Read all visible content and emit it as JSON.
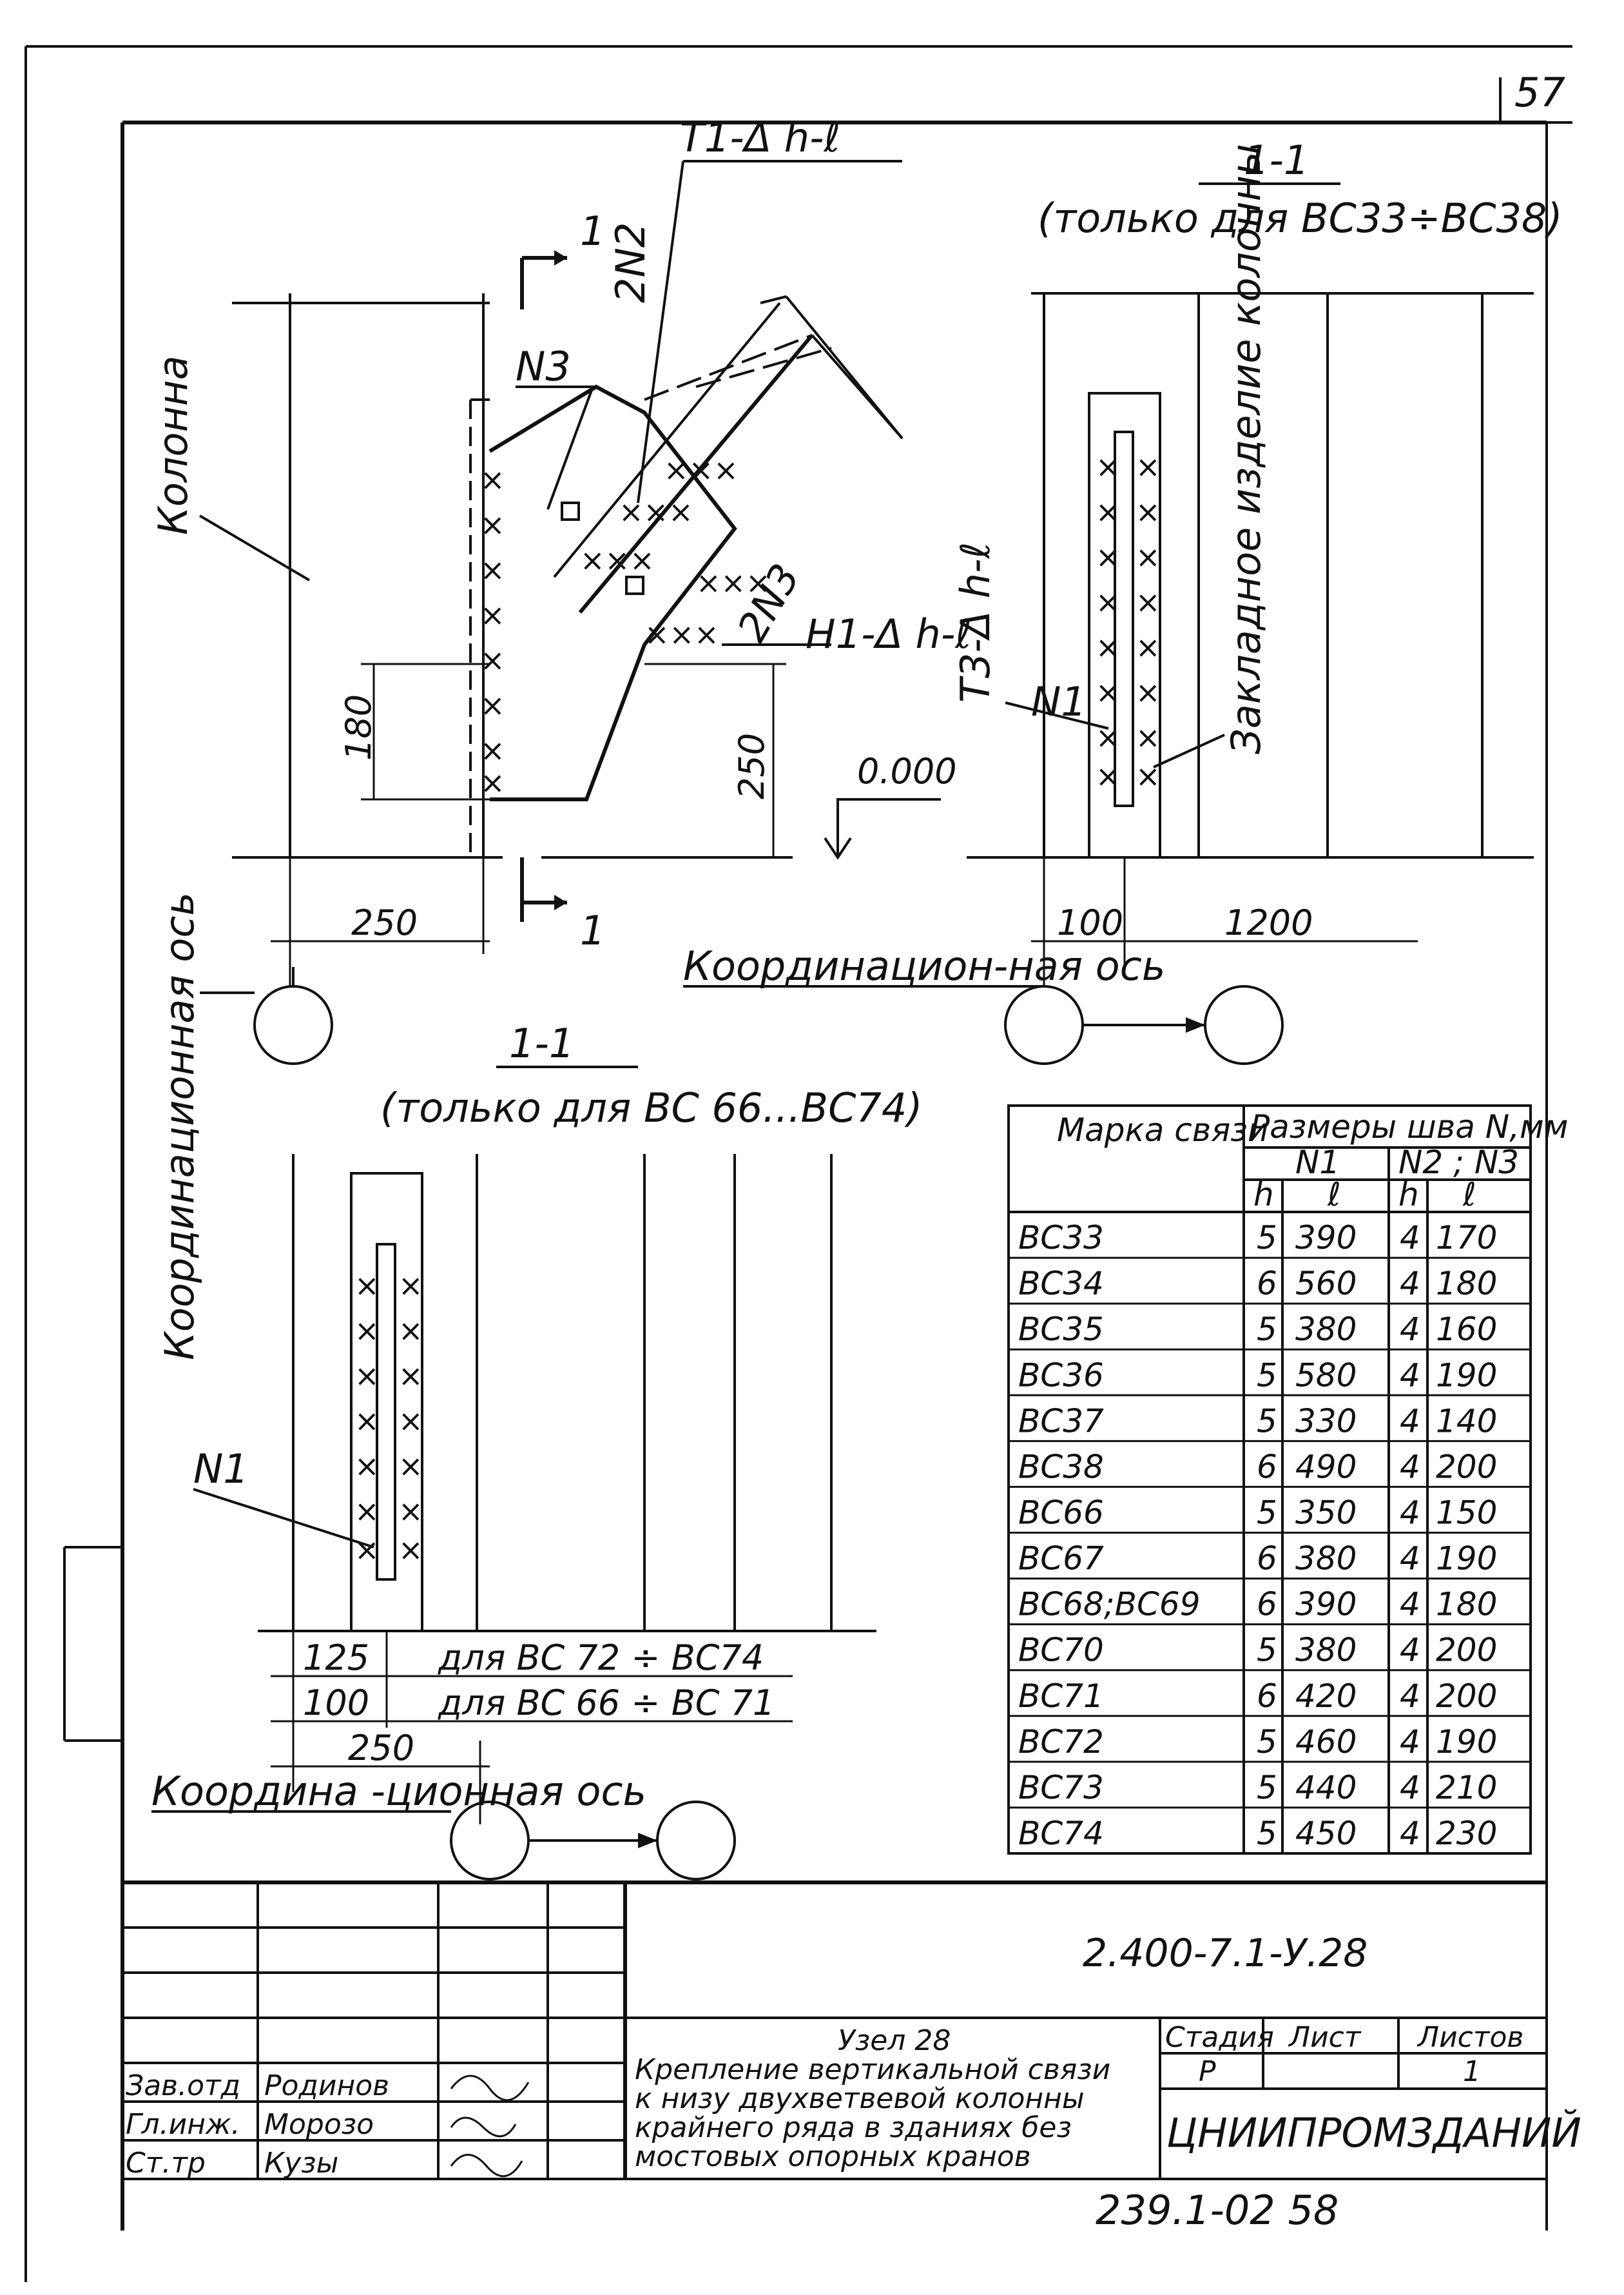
{
  "sheet_number": "57",
  "drawing_code": "2.400-7.1-У.28",
  "archive_number": "239.1-02  58",
  "section_marks": {
    "cut_number": "1",
    "view_top": "1-1",
    "view_left": "1-1"
  },
  "view_top_right_note": "(только для ВС33÷ВС38)",
  "view_bottom_note": "(только для ВС 66...ВС74)",
  "labels": {
    "column": "Колонна",
    "embedded_part": "Закладное изделие колонны",
    "coord_axis_top": "Координацион-ная ось",
    "coord_axis_left": "Координационная ось",
    "coord_axis_bottom": "Координа -ционная ось",
    "zero_mark": "0.000",
    "weld_t1": "Т1-Δ h-ℓ",
    "weld_h1": "Н1-Δ h-ℓ",
    "weld_t3": "Т3-Δ h-ℓ",
    "pos_2n2": "2N2",
    "pos_2n3": "2N3",
    "pos_n3": "N3",
    "pos_n1_top": "N1",
    "pos_n1_bottom": "N1"
  },
  "dimensions": {
    "d180": "180",
    "d250_vert": "250",
    "d250_horiz": "250",
    "d100_top": "100",
    "d1200": "1200",
    "d125": "125",
    "d100_bottom": "100",
    "d250_bottom": "250",
    "note_125": "для ВС 72 ÷ ВС74",
    "note_100": "для ВС 66 ÷ ВС 71"
  },
  "table": {
    "header_mark": "Марка связи",
    "header_sizes": "Размеры шва N,мм",
    "header_n1": "N1",
    "header_n2n3": "N2 ; N3",
    "header_h": "h",
    "header_l": "ℓ",
    "rows": [
      {
        "mark": "ВС33",
        "h1": "5",
        "l1": "390",
        "h2": "4",
        "l2": "170"
      },
      {
        "mark": "ВС34",
        "h1": "6",
        "l1": "560",
        "h2": "4",
        "l2": "180"
      },
      {
        "mark": "ВС35",
        "h1": "5",
        "l1": "380",
        "h2": "4",
        "l2": "160"
      },
      {
        "mark": "ВС36",
        "h1": "5",
        "l1": "580",
        "h2": "4",
        "l2": "190"
      },
      {
        "mark": "ВС37",
        "h1": "5",
        "l1": "330",
        "h2": "4",
        "l2": "140"
      },
      {
        "mark": "ВС38",
        "h1": "6",
        "l1": "490",
        "h2": "4",
        "l2": "200"
      },
      {
        "mark": "ВС66",
        "h1": "5",
        "l1": "350",
        "h2": "4",
        "l2": "150"
      },
      {
        "mark": "ВС67",
        "h1": "6",
        "l1": "380",
        "h2": "4",
        "l2": "190"
      },
      {
        "mark": "ВС68;ВС69",
        "h1": "6",
        "l1": "390",
        "h2": "4",
        "l2": "180"
      },
      {
        "mark": "ВС70",
        "h1": "5",
        "l1": "380",
        "h2": "4",
        "l2": "200"
      },
      {
        "mark": "ВС71",
        "h1": "6",
        "l1": "420",
        "h2": "4",
        "l2": "200"
      },
      {
        "mark": "ВС72",
        "h1": "5",
        "l1": "460",
        "h2": "4",
        "l2": "190"
      },
      {
        "mark": "ВС73",
        "h1": "5",
        "l1": "440",
        "h2": "4",
        "l2": "210"
      },
      {
        "mark": "ВС74",
        "h1": "5",
        "l1": "450",
        "h2": "4",
        "l2": "230"
      }
    ]
  },
  "title_block": {
    "title_line1": "Узел 28",
    "title_line2": "Крепление вертикальной связи",
    "title_line3": "к низу двухветвевой колонны",
    "title_line4": "крайнего ряда в зданиях без",
    "title_line5": "мостовых опорных кранов",
    "stage_label": "Стадия",
    "sheet_label": "Лист",
    "sheets_label": "Листов",
    "stage_value": "Р",
    "sheets_value": "1",
    "organization": "ЦНИИПРОМЗДАНИЙ",
    "sign_rows": [
      {
        "role": "Зав.отд",
        "name": "Родинов"
      },
      {
        "role": "Гл.инж.",
        "name": "Морозо"
      },
      {
        "role": "Ст.тр",
        "name": "Кузы"
      }
    ]
  }
}
